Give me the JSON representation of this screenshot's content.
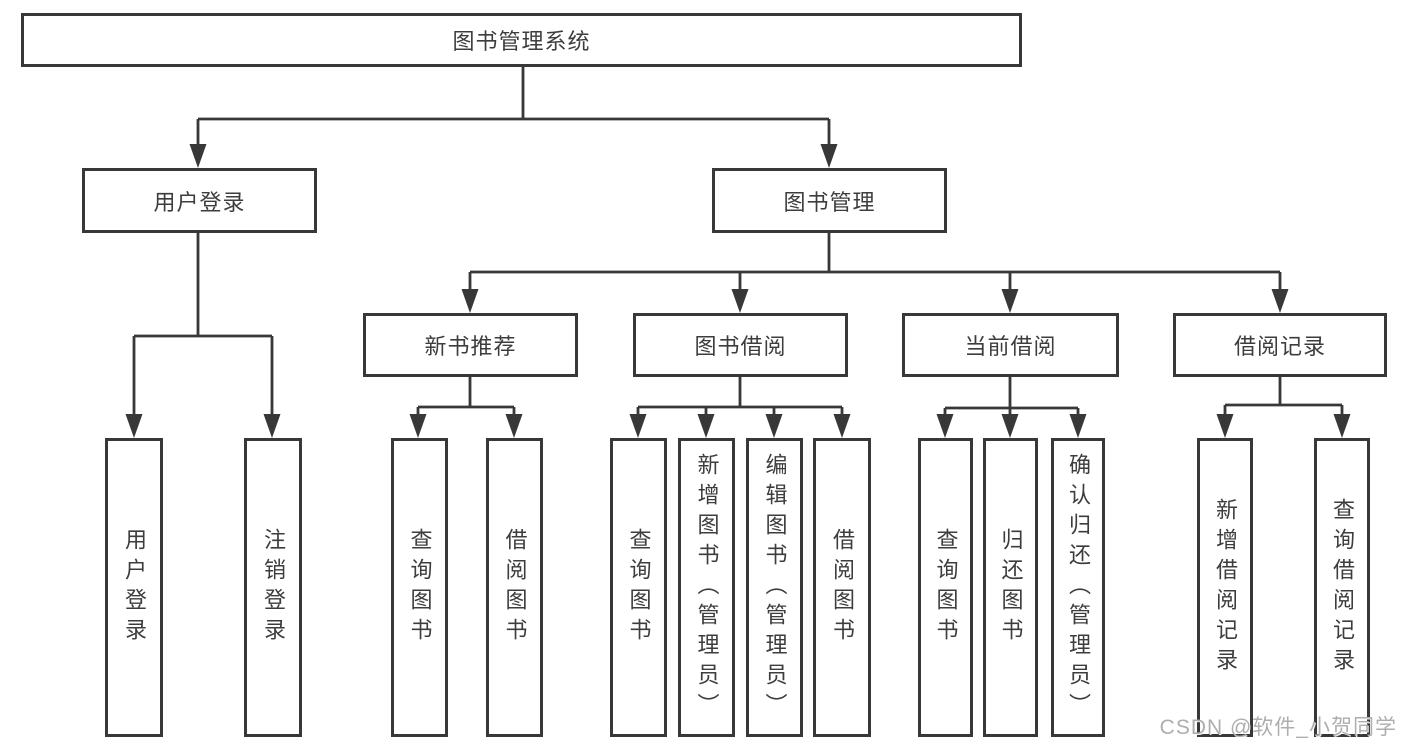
{
  "diagram": {
    "title": "图书管理系统",
    "tree": {
      "root": {
        "label": "图书管理系统",
        "children": [
          {
            "label": "用户登录",
            "children": [
              {
                "label": "用户登录"
              },
              {
                "label": "注销登录"
              }
            ]
          },
          {
            "label": "图书管理",
            "children": [
              {
                "label": "新书推荐",
                "children": [
                  {
                    "label": "查询图书"
                  },
                  {
                    "label": "借阅图书"
                  }
                ]
              },
              {
                "label": "图书借阅",
                "children": [
                  {
                    "label": "查询图书"
                  },
                  {
                    "label": "新增图书（管理员）"
                  },
                  {
                    "label": "编辑图书（管理员）"
                  },
                  {
                    "label": "借阅图书"
                  }
                ]
              },
              {
                "label": "当前借阅",
                "children": [
                  {
                    "label": "查询图书"
                  },
                  {
                    "label": "归还图书"
                  },
                  {
                    "label": "确认归还（管理员）"
                  }
                ]
              },
              {
                "label": "借阅记录",
                "children": [
                  {
                    "label": "新增借阅记录"
                  },
                  {
                    "label": "查询借阅记录"
                  }
                ]
              }
            ]
          }
        ]
      }
    },
    "colors": {
      "line": "#383838",
      "text": "#3d3d3d",
      "background": "#ffffff",
      "watermark": "#aeaeae"
    },
    "watermark": {
      "text": "CSDN @软件_小贺同学"
    }
  }
}
